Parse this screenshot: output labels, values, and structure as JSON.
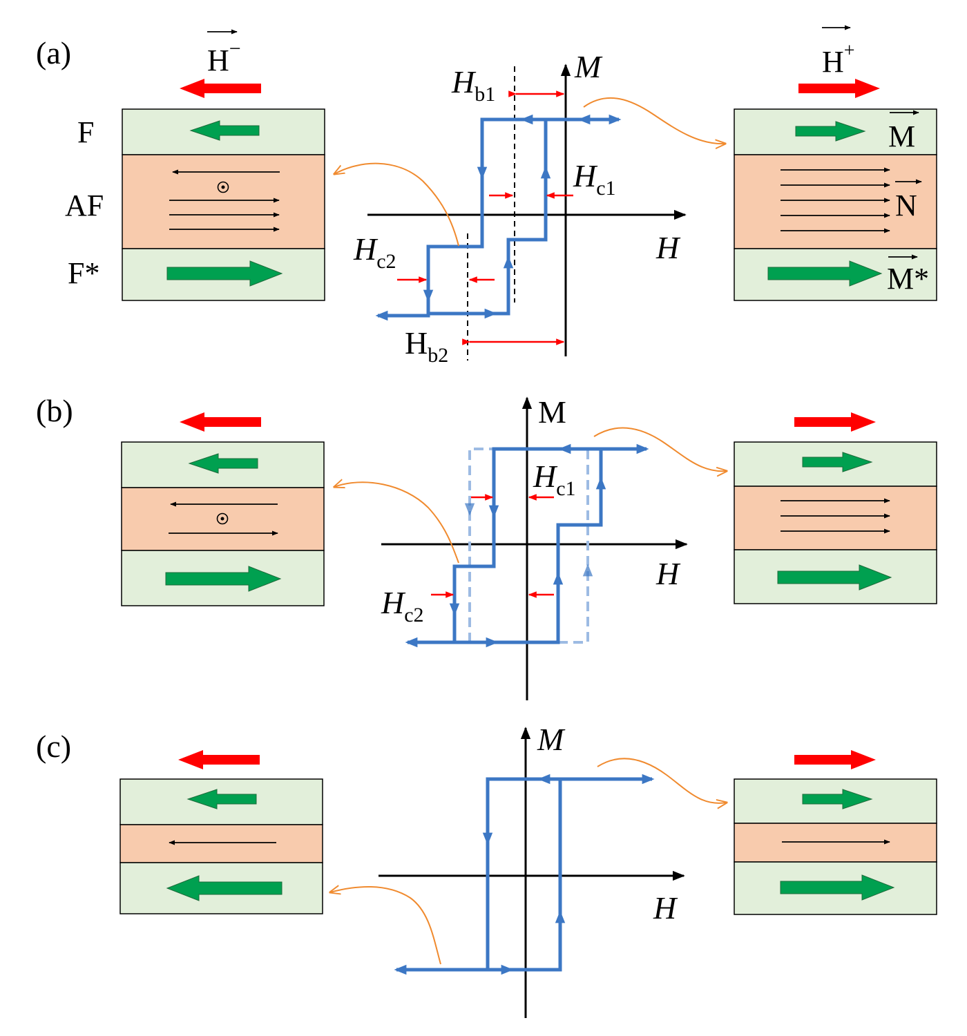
{
  "colors": {
    "ferromagnet_fill": "#e2efda",
    "antiferromagnet_fill": "#f8cbad",
    "loop_blue": "#3c77c4",
    "loop_blue_light": "#9dbbe3",
    "field_arrow_red": "#ff0000",
    "moment_arrow_green": "#00a050",
    "connector_orange": "#f08a2e",
    "marker_red": "#ff0000",
    "axis_black": "#000000"
  },
  "panels": [
    {
      "label": "(a)",
      "field_left": "H",
      "field_left_sign": "−",
      "field_right": "H",
      "field_right_sign": "+",
      "layer_names": {
        "top": "F",
        "middle": "AF",
        "bottom": "F*"
      },
      "vector_labels": {
        "top": "M",
        "middle": "N",
        "bottom": "M*"
      },
      "axis_m": "M",
      "axis_h": "H",
      "annotations": {
        "hb1": {
          "main": "H",
          "sub": "b1"
        },
        "hc1": {
          "main": "H",
          "sub": "c1"
        },
        "hc2": {
          "main": "H",
          "sub": "c2"
        },
        "hb2": {
          "main": "H",
          "sub": "b2"
        }
      },
      "left_af_arrows": [
        "left",
        "dot",
        "right",
        "right",
        "right"
      ],
      "right_af_arrows": [
        "right",
        "right",
        "right",
        "right",
        "right"
      ]
    },
    {
      "label": "(b)",
      "axis_m": "M",
      "axis_h": "H",
      "annotations": {
        "hc1": {
          "main": "H",
          "sub": "c1"
        },
        "hc2": {
          "main": "H",
          "sub": "c2"
        }
      },
      "left_af_arrows": [
        "left",
        "dot",
        "right"
      ],
      "right_af_arrows": [
        "right",
        "right",
        "right"
      ]
    },
    {
      "label": "(c)",
      "axis_m": "M",
      "axis_h": "H",
      "left_af_arrows": [
        "left"
      ],
      "right_af_arrows": [
        "right"
      ]
    }
  ]
}
